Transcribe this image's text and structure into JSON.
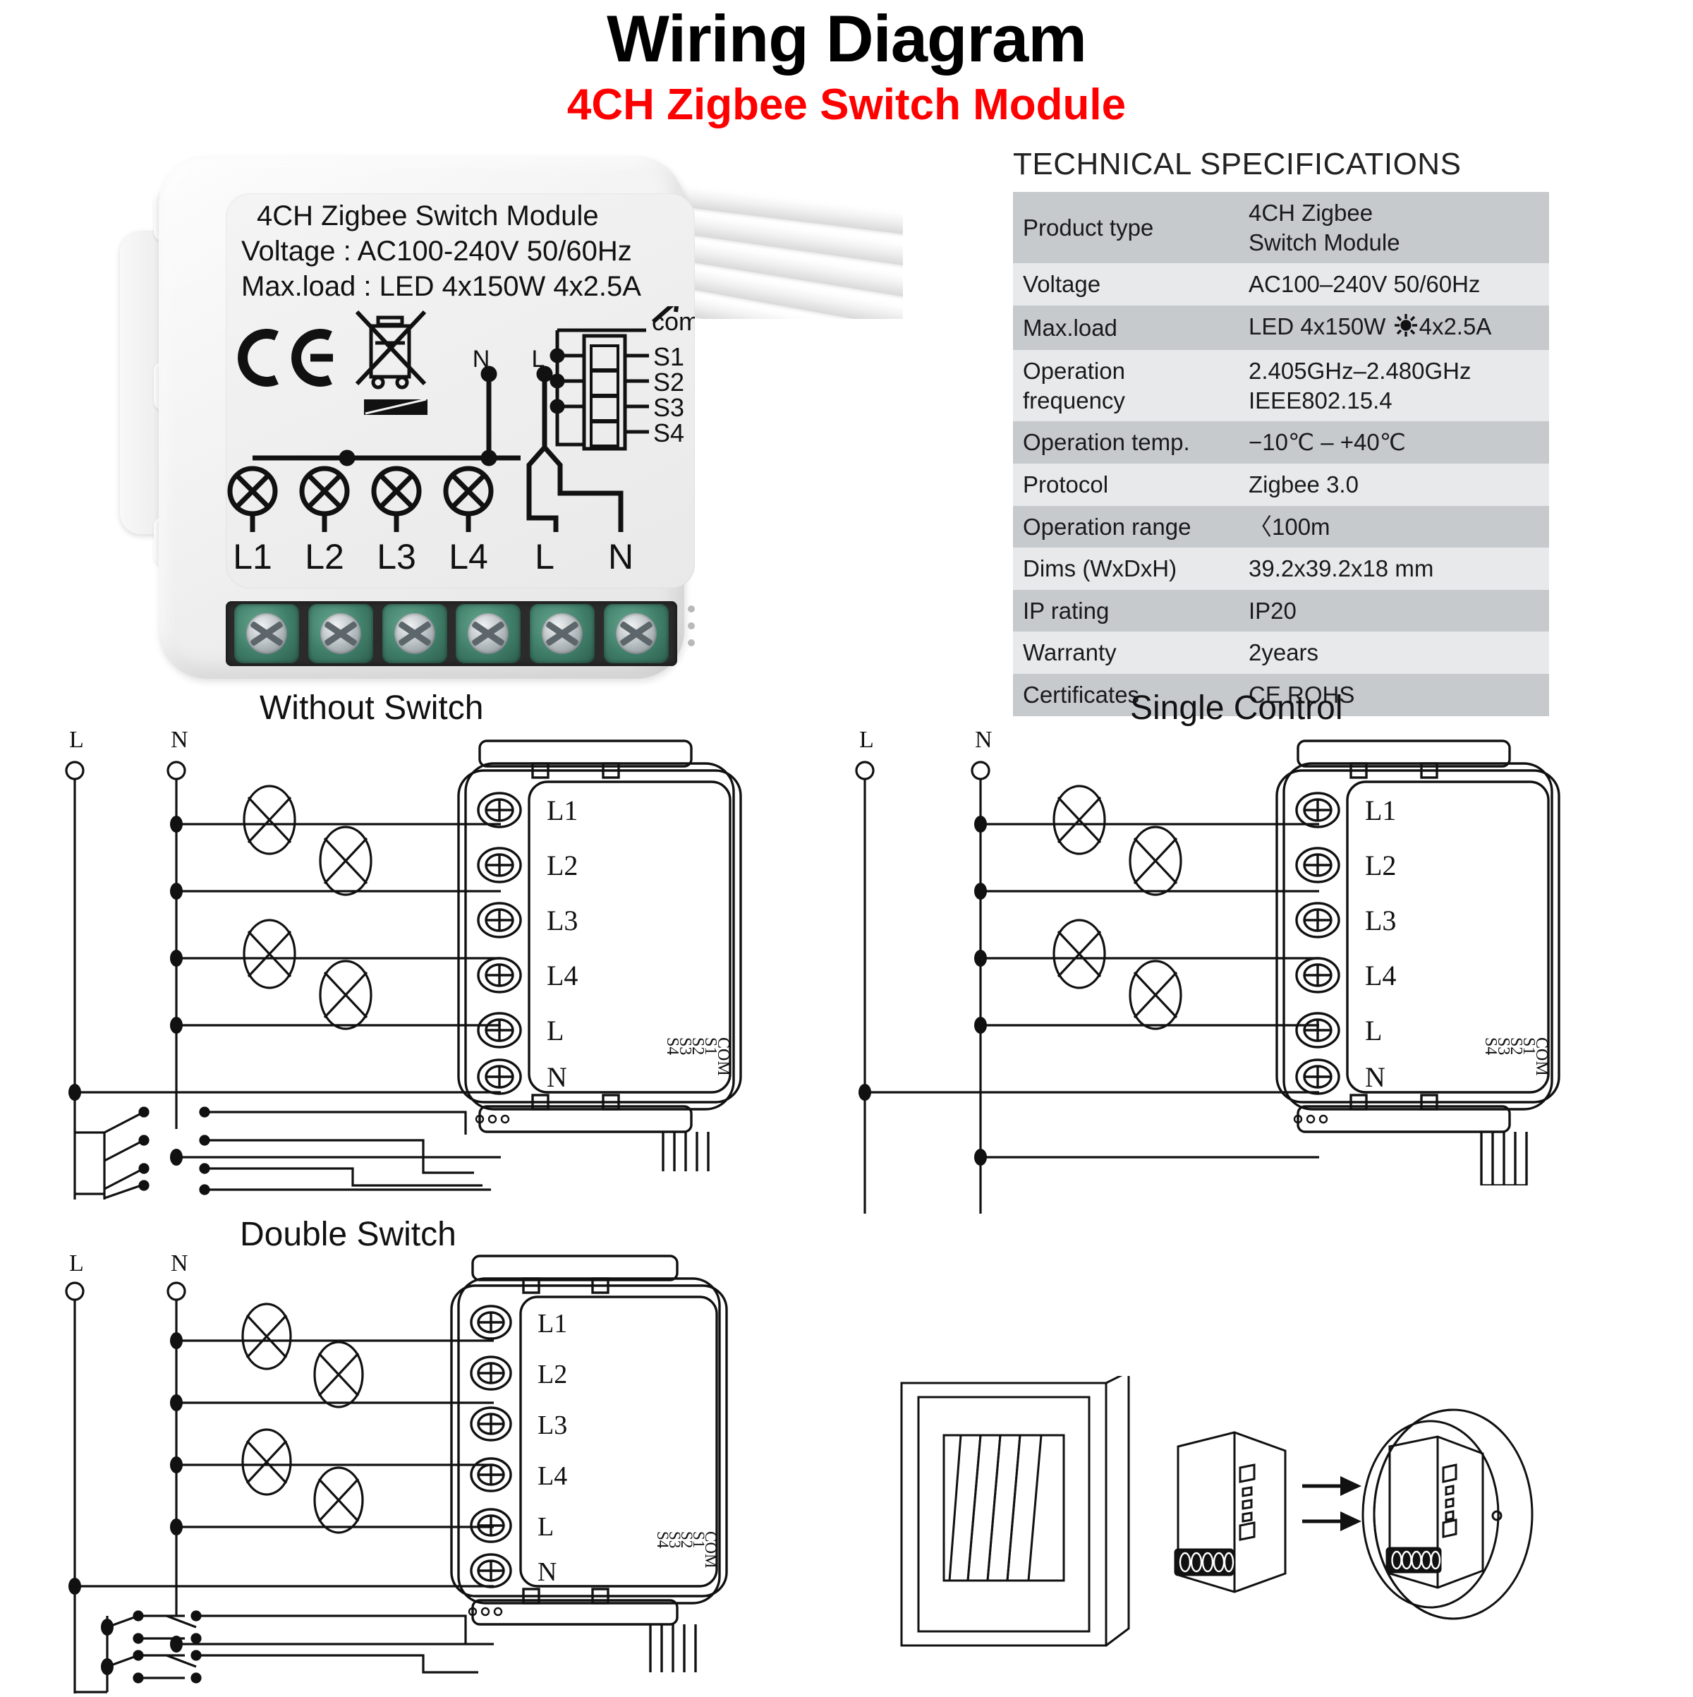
{
  "header": {
    "title": "Wiring Diagram",
    "subtitle": "4CH Zigbee Switch Module",
    "title_color": "#000000",
    "subtitle_color": "#ff0000"
  },
  "spec": {
    "heading": "TECHNICAL SPECIFICATIONS",
    "rows": [
      {
        "key": "Product type",
        "value": "4CH Zigbee\nSwitch Module"
      },
      {
        "key": "Voltage",
        "value": "AC100–240V 50/60Hz"
      },
      {
        "key": "Max.load",
        "value": "LED 4x150W",
        "value2": "4x2.5A",
        "icon": "sun-icon"
      },
      {
        "key": "Operation\nfrequency",
        "value": "2.405GHz–2.480GHz\nIEEE802.15.4"
      },
      {
        "key": "Operation temp.",
        "value": "−10℃  –  +40℃"
      },
      {
        "key": "Protocol",
        "value": "Zigbee  3.0"
      },
      {
        "key": "Operation range",
        "value": "〈100m"
      },
      {
        "key": "Dims (WxDxH)",
        "value": "39.2x39.2x18 mm"
      },
      {
        "key": "IP rating",
        "value": "IP20"
      },
      {
        "key": "Warranty",
        "value": "2years"
      },
      {
        "key": "Certificates",
        "value": "CE ROHS"
      }
    ],
    "row_color_odd": "#c6cacd",
    "row_color_even": "#e7e9ea"
  },
  "product_photo": {
    "label_line1": "4CH Zigbee Switch Module",
    "label_line2": "Voltage : AC100-240V 50/60Hz",
    "label_line3": "Max.load : LED 4x150W  4x2.5A",
    "marks": [
      "ce-mark",
      "weee-bin-icon"
    ],
    "terminal_labels": [
      "L1",
      "L2",
      "L3",
      "L4",
      "L",
      "N"
    ],
    "mains_labels": [
      "N",
      "L"
    ],
    "signal_labels": [
      "com",
      "S1",
      "S2",
      "S3",
      "S4"
    ],
    "terminal_count": 6,
    "cable_count": 5,
    "terminal_block_color": "#3f7d68"
  },
  "diagrams": [
    {
      "id": "without-switch",
      "title": "Without Switch",
      "rail_labels": [
        "L",
        "N"
      ],
      "terminal_labels": [
        "L1",
        "L2",
        "L3",
        "L4",
        "L",
        "N"
      ],
      "signal_labels": [
        "COM",
        "S1",
        "S2",
        "S3",
        "S4"
      ],
      "lamp_count": 4,
      "switch_count": 4,
      "switch_type": "single-pole"
    },
    {
      "id": "single-control",
      "title": "Single Control",
      "rail_labels": [
        "L",
        "N"
      ],
      "terminal_labels": [
        "L1",
        "L2",
        "L3",
        "L4",
        "L",
        "N"
      ],
      "signal_labels": [
        "COM",
        "S1",
        "S2",
        "S3",
        "S4"
      ],
      "lamp_count": 4,
      "switch_count": 0,
      "switch_type": "none"
    },
    {
      "id": "double-switch",
      "title": "Double Switch",
      "rail_labels": [
        "L",
        "N"
      ],
      "terminal_labels": [
        "L1",
        "L2",
        "L3",
        "L4",
        "L",
        "N"
      ],
      "signal_labels": [
        "COM",
        "S1",
        "S2",
        "S3",
        "S4"
      ],
      "lamp_count": 4,
      "switch_count": 4,
      "switch_type": "two-way"
    }
  ],
  "install": {
    "id": "installation-illustration",
    "parts": [
      "wall-switch-plate",
      "switch-module",
      "round-back-box"
    ],
    "arrow_count": 2
  }
}
